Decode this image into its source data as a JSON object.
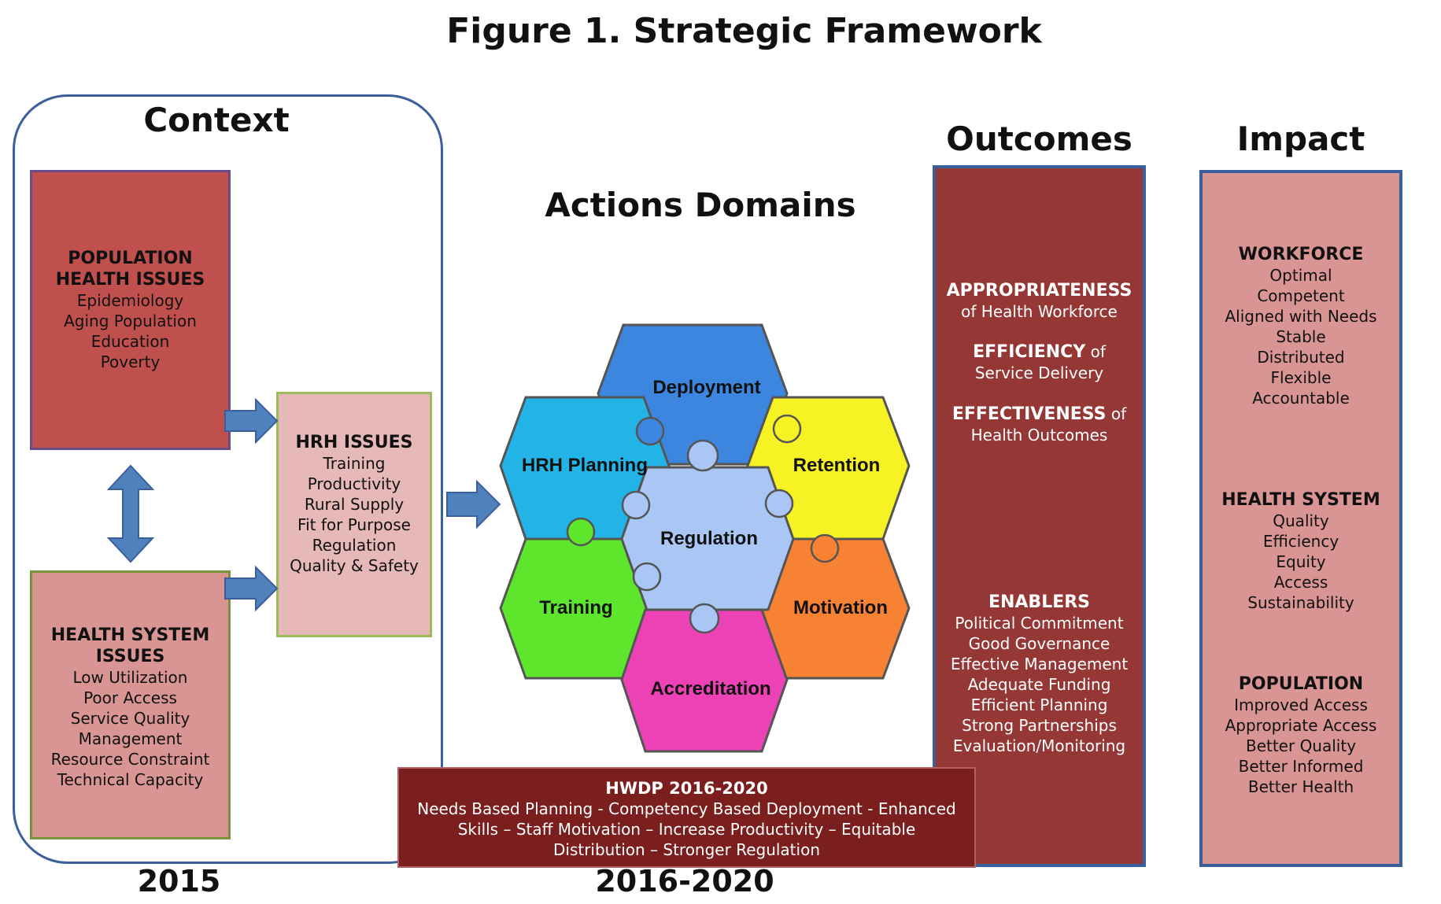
{
  "title": "Figure 1. Strategic Framework",
  "headings": {
    "context": "Context",
    "actions": "Actions Domains",
    "outcomes": "Outcomes",
    "impact": "Impact"
  },
  "context": {
    "population": {
      "heading": "POPULATION\nHEALTH ISSUES",
      "items": [
        "Epidemiology",
        "Aging Population",
        "Education",
        "Poverty"
      ]
    },
    "health_system": {
      "heading": "HEALTH SYSTEM\nISSUES",
      "items": [
        "Low Utilization",
        "Poor Access",
        "Service Quality",
        "Management",
        "Resource Constraint",
        "Technical Capacity"
      ]
    },
    "hrh": {
      "heading": "HRH ISSUES",
      "items": [
        "Training",
        "Productivity",
        "Rural Supply",
        "Fit for Purpose",
        "Regulation",
        "Quality & Safety"
      ]
    }
  },
  "domains": {
    "deployment": "Deployment",
    "hrh_planning": "HRH Planning",
    "retention": "Retention",
    "regulation": "Regulation",
    "training": "Training",
    "motivation": "Motivation",
    "accreditation": "Accreditation"
  },
  "domain_colors": {
    "deployment": "#3d86e0",
    "hrh_planning": "#22b4e6",
    "retention": "#f6f224",
    "regulation": "#a9c6f5",
    "training": "#5ee62c",
    "motivation": "#f78234",
    "accreditation": "#ed42b6"
  },
  "outcomes": {
    "appropriateness_bold": "APPROPRIATENESS",
    "appropriateness_rest": "of Health Workforce",
    "efficiency_bold": "EFFICIENCY",
    "efficiency_of": " of",
    "efficiency_rest": "Service Delivery",
    "effectiveness_bold": "EFFECTIVENESS",
    "effectiveness_of": " of",
    "effectiveness_rest": "Health Outcomes",
    "enablers_heading": "ENABLERS",
    "enablers": [
      "Political Commitment",
      "Good Governance",
      "Effective Management",
      "Adequate Funding",
      "Efficient Planning",
      "Strong Partnerships",
      "Evaluation/Monitoring"
    ]
  },
  "impact": {
    "workforce": {
      "heading": "WORKFORCE",
      "items": [
        "Optimal",
        "Competent",
        "Aligned with Needs",
        "Stable",
        "Distributed",
        "Flexible",
        "Accountable"
      ]
    },
    "health_system": {
      "heading": "HEALTH SYSTEM",
      "items": [
        "Quality",
        "Efficiency",
        "Equity",
        "Access",
        "Sustainability"
      ]
    },
    "population": {
      "heading": "POPULATION",
      "items": [
        "Improved Access",
        "Appropriate Access",
        "Better Quality",
        "Better Informed",
        "Better Health"
      ]
    }
  },
  "hwdp": {
    "heading": "HWDP 2016-2020",
    "body": "Needs Based Planning  - Competency Based Deployment - Enhanced Skills – Staff Motivation – Increase Productivity – Equitable Distribution – Stronger Regulation"
  },
  "years": {
    "context": "2015",
    "actions": "2016-2020"
  },
  "colors": {
    "frame_blue": "#3b5f9b",
    "arrow_blue": "#4f81bd",
    "population_fill": "#c0504d",
    "health_system_fill": "#d99594",
    "hrh_fill": "#e6b8b7",
    "outcomes_fill": "#953735",
    "impact_fill": "#d99594",
    "hwdp_fill": "#7b1f1e"
  }
}
